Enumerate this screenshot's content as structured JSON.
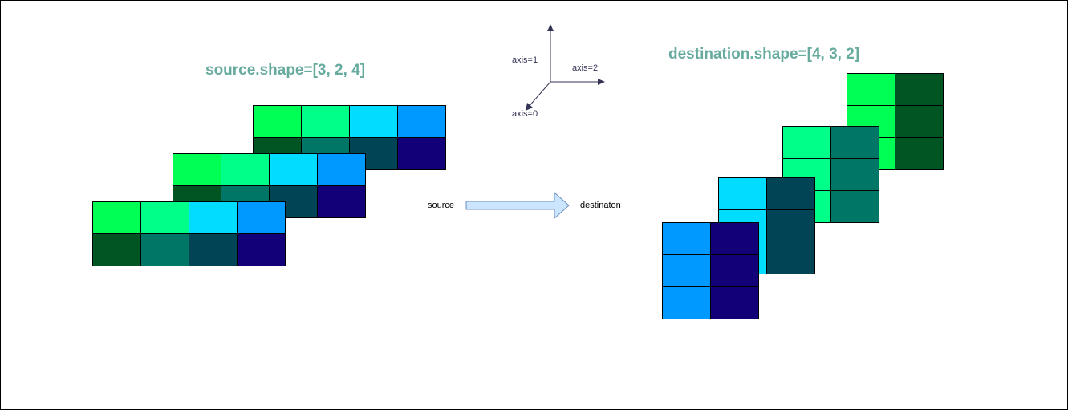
{
  "diagram": {
    "source_title": "source.shape=[3, 2, 4]",
    "destination_title": "destination.shape=[4, 3, 2]",
    "source_label": "source",
    "destination_label": "destinaton",
    "axes": {
      "axis0": "axis=0",
      "axis1": "axis=1",
      "axis2": "axis=2"
    },
    "colors": {
      "title": "#67AB9F",
      "axis": "#333355",
      "arrow_fill": "#CCE5FF",
      "arrow_stroke": "#6C8EBF",
      "row0": [
        "#00FF55",
        "#00FF88",
        "#00DDFF",
        "#0099FF"
      ],
      "row1": [
        "#005522",
        "#007766",
        "#004455",
        "#110077"
      ]
    },
    "source_shape": [
      3,
      2,
      4
    ],
    "destination_shape": [
      4,
      3,
      2
    ]
  }
}
